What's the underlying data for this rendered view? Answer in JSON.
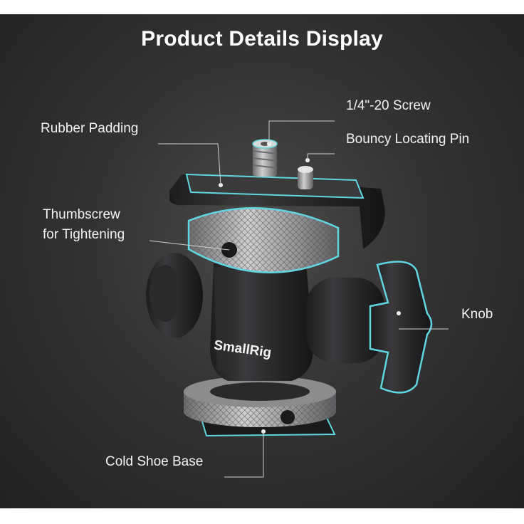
{
  "title": "Product Details Display",
  "labels": {
    "screw": "1/4\"-20 Screw",
    "rubber": "Rubber Padding",
    "pin": "Bouncy Locating Pin",
    "thumb_line1": "Thumbscrew",
    "thumb_line2": "for Tightening",
    "knob": "Knob",
    "base": "Cold Shoe Base"
  },
  "brand_logo": "SmallRig",
  "colors": {
    "background": "#2c2c2c",
    "text": "#f2f2f2",
    "highlight": "#5fd6e0"
  }
}
